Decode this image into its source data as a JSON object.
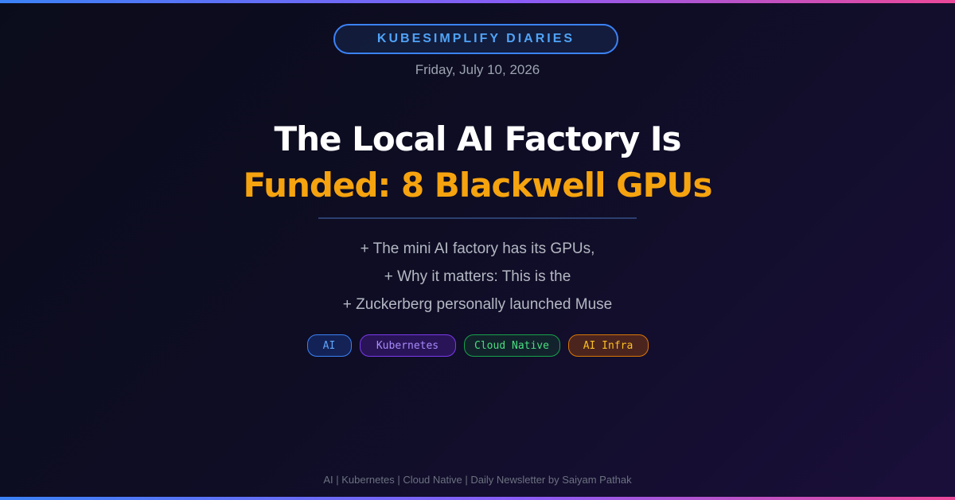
{
  "brand": {
    "label": "KUBESIMPLIFY DIARIES"
  },
  "date": "Friday, July 10, 2026",
  "headline": {
    "line1": "The Local AI Factory Is",
    "line2": "Funded: 8 Blackwell GPUs"
  },
  "bullets": [
    "+ The mini AI factory has its GPUs,",
    "+ Why it matters: This is the",
    "+ Zuckerberg personally launched Muse"
  ],
  "tags": [
    {
      "label": "AI",
      "color": "#60a5fa"
    },
    {
      "label": "Kubernetes",
      "color": "#a78bfa"
    },
    {
      "label": "Cloud Native",
      "color": "#4ade80"
    },
    {
      "label": "AI Infra",
      "color": "#fbbf24"
    }
  ],
  "footer": "AI | Kubernetes | Cloud Native | Daily Newsletter by Saiyam Pathak",
  "colors": {
    "accent_blue": "#3b82f6",
    "headline_orange": "#f5a30f",
    "background": "#0e0d24"
  }
}
